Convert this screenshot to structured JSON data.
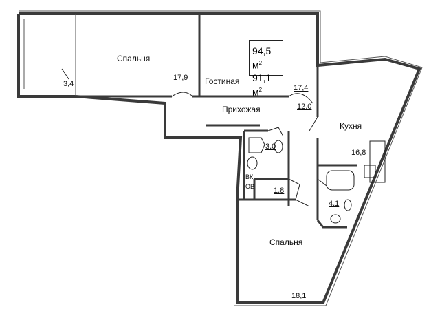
{
  "area": {
    "total": "94,5 м",
    "living": "91,1 м",
    "unit_sup": "2"
  },
  "rooms": [
    {
      "name": "Спальня",
      "area": "17,9"
    },
    {
      "name": "Гостиная",
      "area": "17,4"
    },
    {
      "name": "Прихожая",
      "area": "12,0"
    },
    {
      "name": "Кухня",
      "area": "16,8"
    },
    {
      "name": "Спальня",
      "area": "18,1"
    }
  ],
  "balcony_area": "3,4",
  "bathroom_area": "3,0",
  "storage_area": "1,8",
  "bathroom2_area": "4,1",
  "shafts": [
    "ВК",
    "ОВ"
  ],
  "colors": {
    "wall": "#3a3a3a",
    "line": "#222222"
  }
}
